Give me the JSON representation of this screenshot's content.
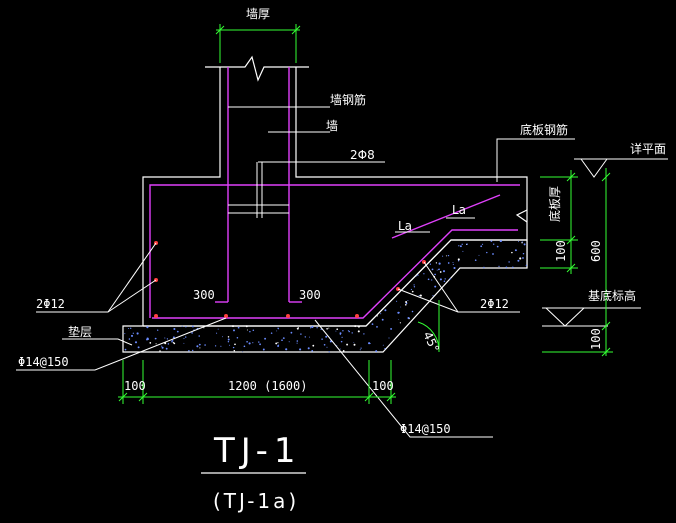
{
  "colors": {
    "background": "#000000",
    "outline": "#ffffff",
    "rebar": "#e040fb",
    "dimension": "#33ff33",
    "concrete_dots": "#6b8cff",
    "text": "#ffffff"
  },
  "labels": {
    "wall_thickness": "墙厚",
    "wall_rebar": "墙钢筋",
    "wall": "墙",
    "stirrup": "2Φ8",
    "slab_rebar": "底板钢筋",
    "finish_level": "详平面",
    "slab_thickness": "底板厚",
    "la_left": "La",
    "la_right": "La",
    "bar_2phi12_left": "2Φ12",
    "bar_2phi12_right": "2Φ12",
    "dim_300_left": "300",
    "dim_300_right": "300",
    "cushion": "垫层",
    "bar_phi14_left": "Φ14@150",
    "bar_phi14_bottom": "Φ14@150",
    "foundation_level": "基底标高",
    "angle": "45°"
  },
  "dimensions": {
    "left_100": "100",
    "center_1200": "1200 (1600)",
    "right_100": "100",
    "v_100_upper": "100",
    "v_600": "600",
    "v_100_lower": "100"
  },
  "title": {
    "main": "TJ-1",
    "sub": "(TJ-1a)"
  }
}
